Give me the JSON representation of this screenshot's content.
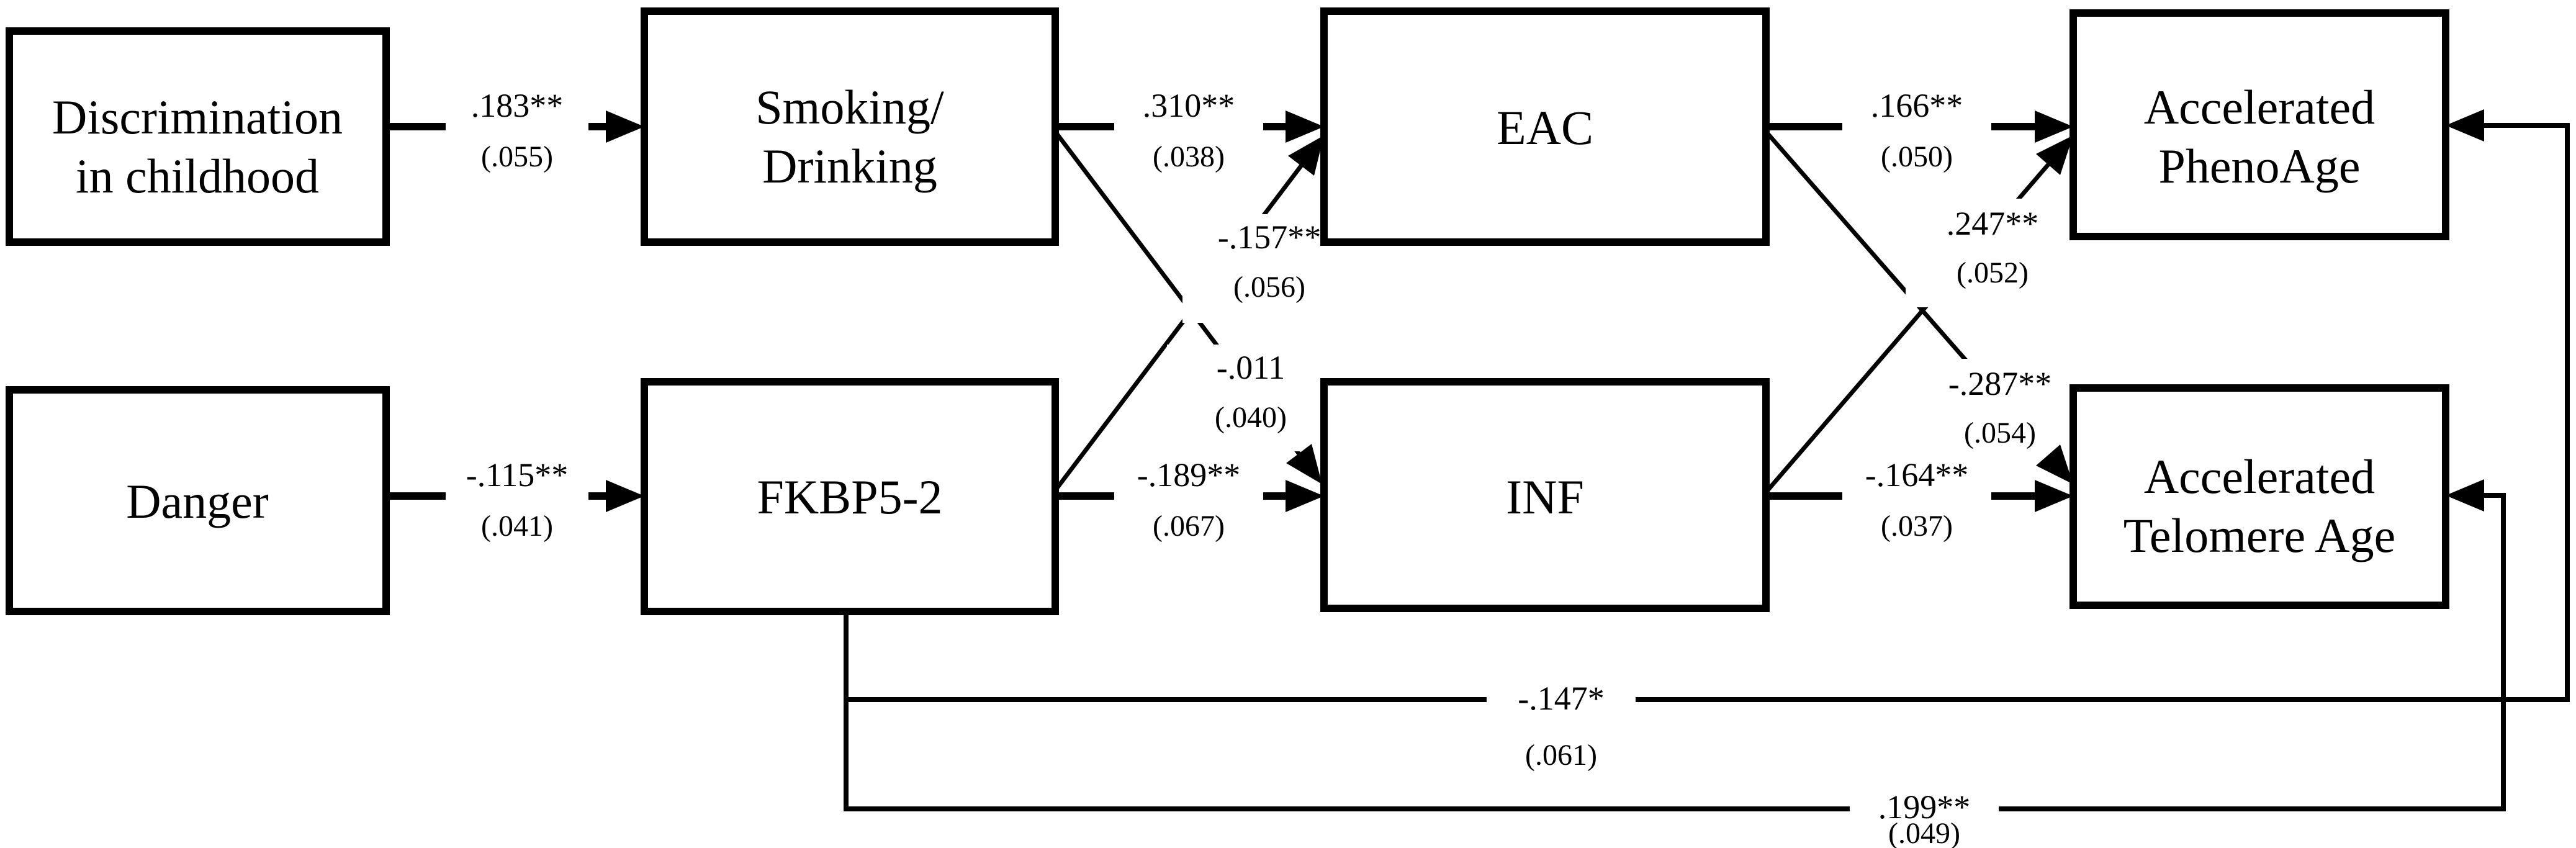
{
  "diagram": {
    "boxes": {
      "discrimination": {
        "line1": "Discrimination",
        "line2": "in childhood"
      },
      "danger": {
        "line1": "Danger"
      },
      "smoking": {
        "line1": "Smoking/",
        "line2": "Drinking"
      },
      "fkbp5": {
        "line1": "FKBP5-2"
      },
      "eac": {
        "line1": "EAC"
      },
      "inf": {
        "line1": "INF"
      },
      "phenoage": {
        "line1": "Accelerated",
        "line2": "PhenoAge"
      },
      "telomere": {
        "line1": "Accelerated",
        "line2": "Telomere Age"
      }
    },
    "paths": {
      "discrimination_to_smoking": {
        "coef": ".183**",
        "se": "(.055)"
      },
      "danger_to_fkbp5": {
        "coef": "-.115**",
        "se": "(.041)"
      },
      "smoking_to_eac": {
        "coef": ".310**",
        "se": "(.038)"
      },
      "fkbp5_to_eac": {
        "coef": "-.157**",
        "se": "(.056)"
      },
      "smoking_to_inf": {
        "coef": "-.011",
        "se": "(.040)"
      },
      "fkbp5_to_inf": {
        "coef": "-.189**",
        "se": "(.067)"
      },
      "eac_to_phenoage": {
        "coef": ".166**",
        "se": "(.050)"
      },
      "inf_to_phenoage": {
        "coef": ".247**",
        "se": "(.052)"
      },
      "eac_to_telomere": {
        "coef": "-.287**",
        "se": "(.054)"
      },
      "inf_to_telomere": {
        "coef": "-.164**",
        "se": "(.037)"
      },
      "fkbp5_to_phenoage": {
        "coef": "-.147*",
        "se": "(.061)"
      },
      "fkbp5_to_telomere": {
        "coef": ".199**",
        "se": "(.049)"
      }
    },
    "colors": {
      "line": "#000000",
      "background": "#ffffff"
    }
  }
}
